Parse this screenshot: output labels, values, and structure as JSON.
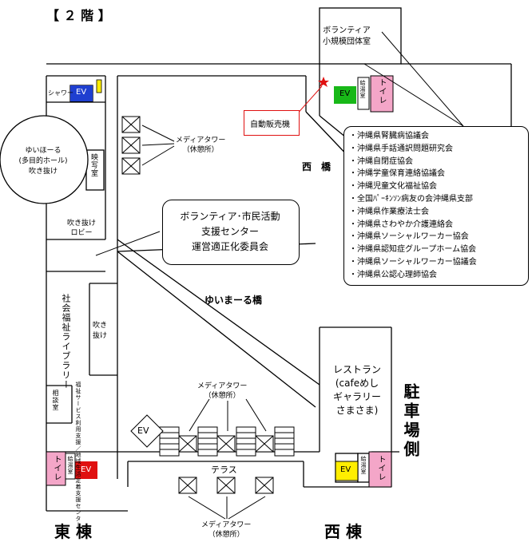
{
  "floor_title": "【 ２ 階 】",
  "buildings": {
    "east": "東 棟",
    "west": "西 棟"
  },
  "parking_side": "駐車場側",
  "rooms": {
    "volunteer_room": "ボランティア\n小規模団体室",
    "shower": "シャワー",
    "ev": "EV",
    "toilet": "トイレ",
    "kyutoshitsu": "給湯室",
    "projection_room": "映写室",
    "atrium_label": "吹き抜け",
    "atrium_lobby": "吹き抜け\nロビー",
    "hall": "ゆいほーる\n(多目的ホール)\n吹き抜け",
    "library": "社会福祉ライブラリー",
    "consult_room": "相談室",
    "welfare_center": "福祉サービス利用支援／地域生活定着支援センター",
    "restaurant": "レストラン\n(cafeめし\nギャラリー\nさまさま)",
    "terrace": "テラス"
  },
  "vending_machine": "自動販売機",
  "west_bridge": "西　橋",
  "yuimaru_bridge": "ゆいまーる橋",
  "media_tower": "メディアタワー\n（休憩所）",
  "committee": "ボランティア･市民活動\n支援センター\n運営適正化委員会",
  "organizations": [
    "・沖縄県腎臓病協議会",
    "・沖縄県手話通訳問題研究会",
    "・沖縄自閉症協会",
    "・沖縄学童保育連絡協議会",
    "・沖縄児童文化福祉協会",
    "・全国ﾊﾟｰｷﾝｿﾝ病友の会沖縄県支部",
    "・沖縄県作業療法士会",
    "・沖縄県さわやか介護連絡会",
    "・沖縄県ソーシャルワーカー協会",
    "・沖縄県認知症グループホーム協会",
    "・沖縄県ソーシャルワーカー協議会",
    "・沖縄県公認心理師協会"
  ],
  "colors": {
    "toilet": "#f4a6c8",
    "ev_blue": "#1f3fd0",
    "ev_green": "#18b818",
    "ev_red": "#e01010",
    "ev_yellow": "#ffee00",
    "vending_star": "#e01010"
  }
}
